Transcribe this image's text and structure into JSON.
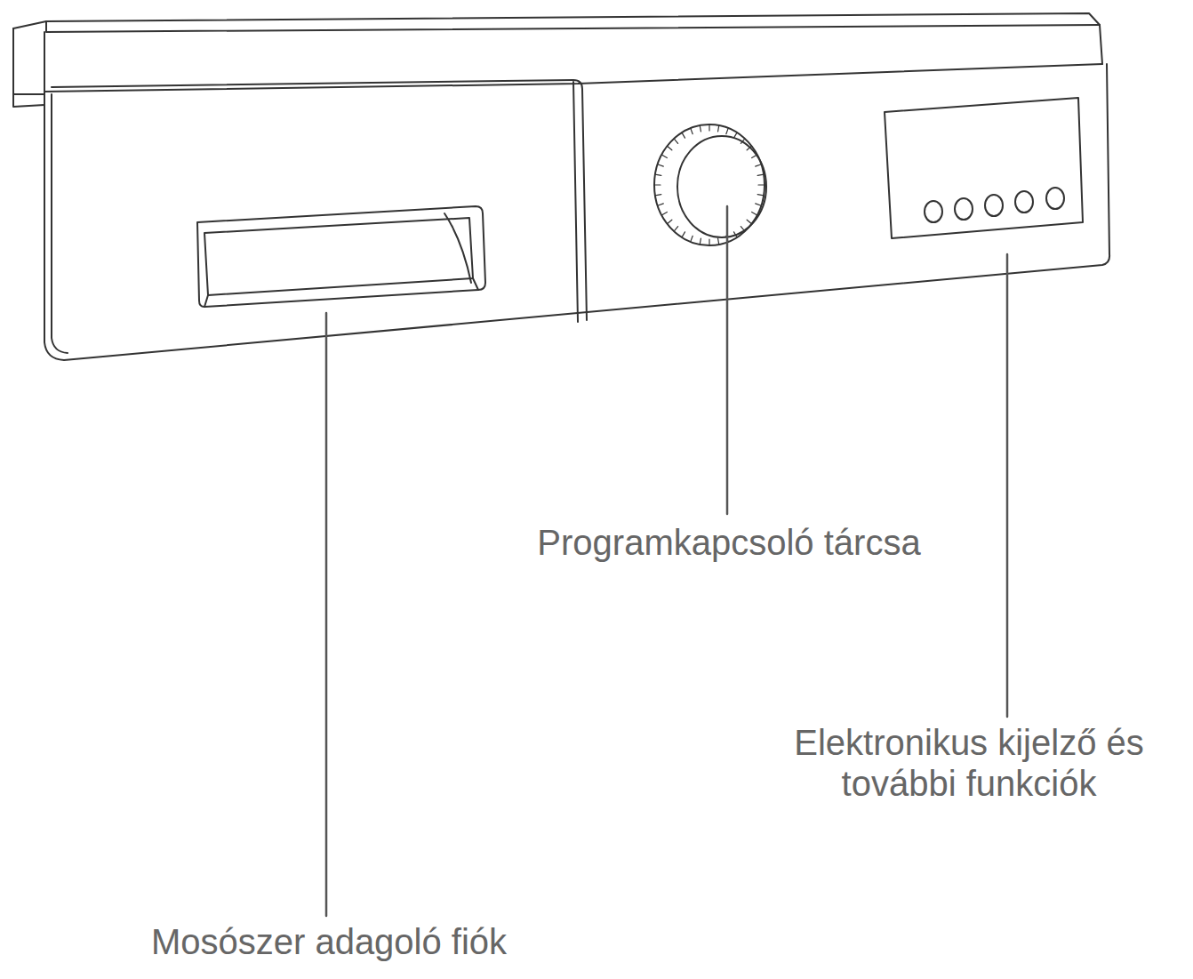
{
  "diagram": {
    "labels": [
      "Programkapcsoló tárcsa",
      "Elektronikus kijelző és további funkciók",
      "Mosószer adagoló fiók"
    ]
  }
}
